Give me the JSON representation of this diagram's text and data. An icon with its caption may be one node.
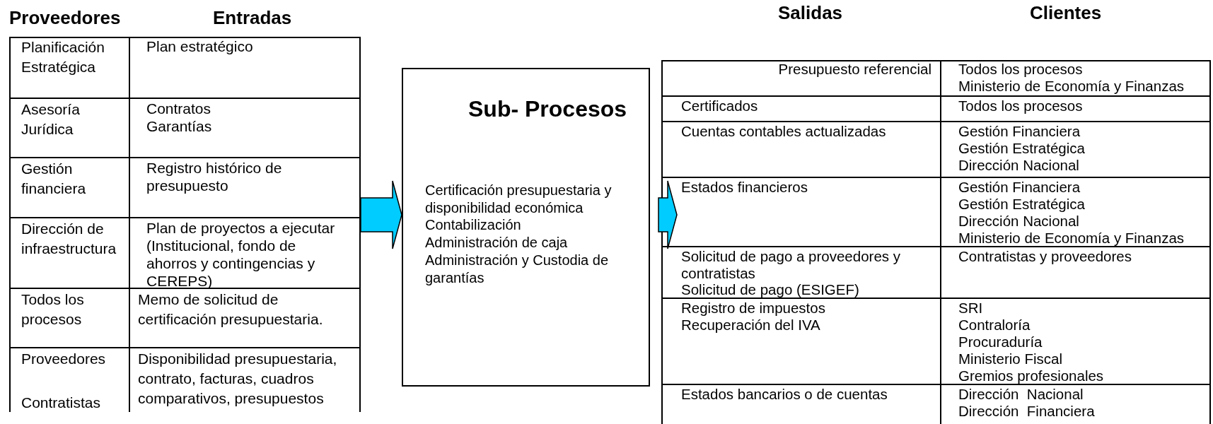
{
  "diagram": {
    "nodes": [
      {
        "text": [],
        "shape": "box"
      },
      {
        "text": [
          "Sub- Procesos",
          "Certificación presupuestaria y disponibilidad económica",
          "Contabilización",
          "Administración de caja",
          "Administración y Custodia de garantías"
        ]
      },
      {
        "text": [],
        "shape": "box"
      }
    ],
    "edges": [
      {
        "from": 0,
        "to": 1,
        "arrow": "to",
        "color": "#00ccff"
      },
      {
        "from": 1,
        "to": 2,
        "arrow": "to",
        "color": "#00ccff"
      }
    ],
    "labels": [
      "Proveedores",
      "Entradas",
      "Salidas",
      "Clientes",
      "Planificación Estratégica",
      "Plan estratégico",
      "Asesoría Jurídica",
      "Contratos",
      "Garantías",
      "Gestión financiera",
      "Registro histórico de presupuesto",
      "Dirección de infraestructura",
      "Plan de proyectos a ejecutar (Institucional, fondo de ahorros y contingencias y CEREPS)",
      "Todos los procesos",
      "Memo de solicitud de certificación presupuestaria.",
      "Proveedores",
      "Contratistas",
      "Disponibilidad presupuestaria, contrato, facturas, cuadros comparativos, presupuestos",
      "Presupuesto referencial",
      "Todos los procesos",
      "Ministerio de Economía y Finanzas",
      "Certificados",
      "Todos los procesos",
      "Cuentas contables actualizadas",
      "Gestión Financiera",
      "Gestión Estratégica",
      "Dirección Nacional",
      "Estados financieros",
      "Gestión Financiera",
      "Gestión Estratégica",
      "Dirección Nacional",
      "Ministerio de Economía y Finanzas",
      "Solicitud de pago a proveedores y contratistas",
      "Solicitud de pago (ESIGEF)",
      "Contratistas y proveedores",
      "Registro de impuestos",
      "Recuperación del IVA",
      "SRI",
      "Contraloría",
      "Procuraduría",
      "Ministerio Fiscal",
      "Gremios profesionales",
      "Estados bancarios o de cuentas",
      "Dirección  Nacional",
      "Dirección  Financiera"
    ]
  }
}
